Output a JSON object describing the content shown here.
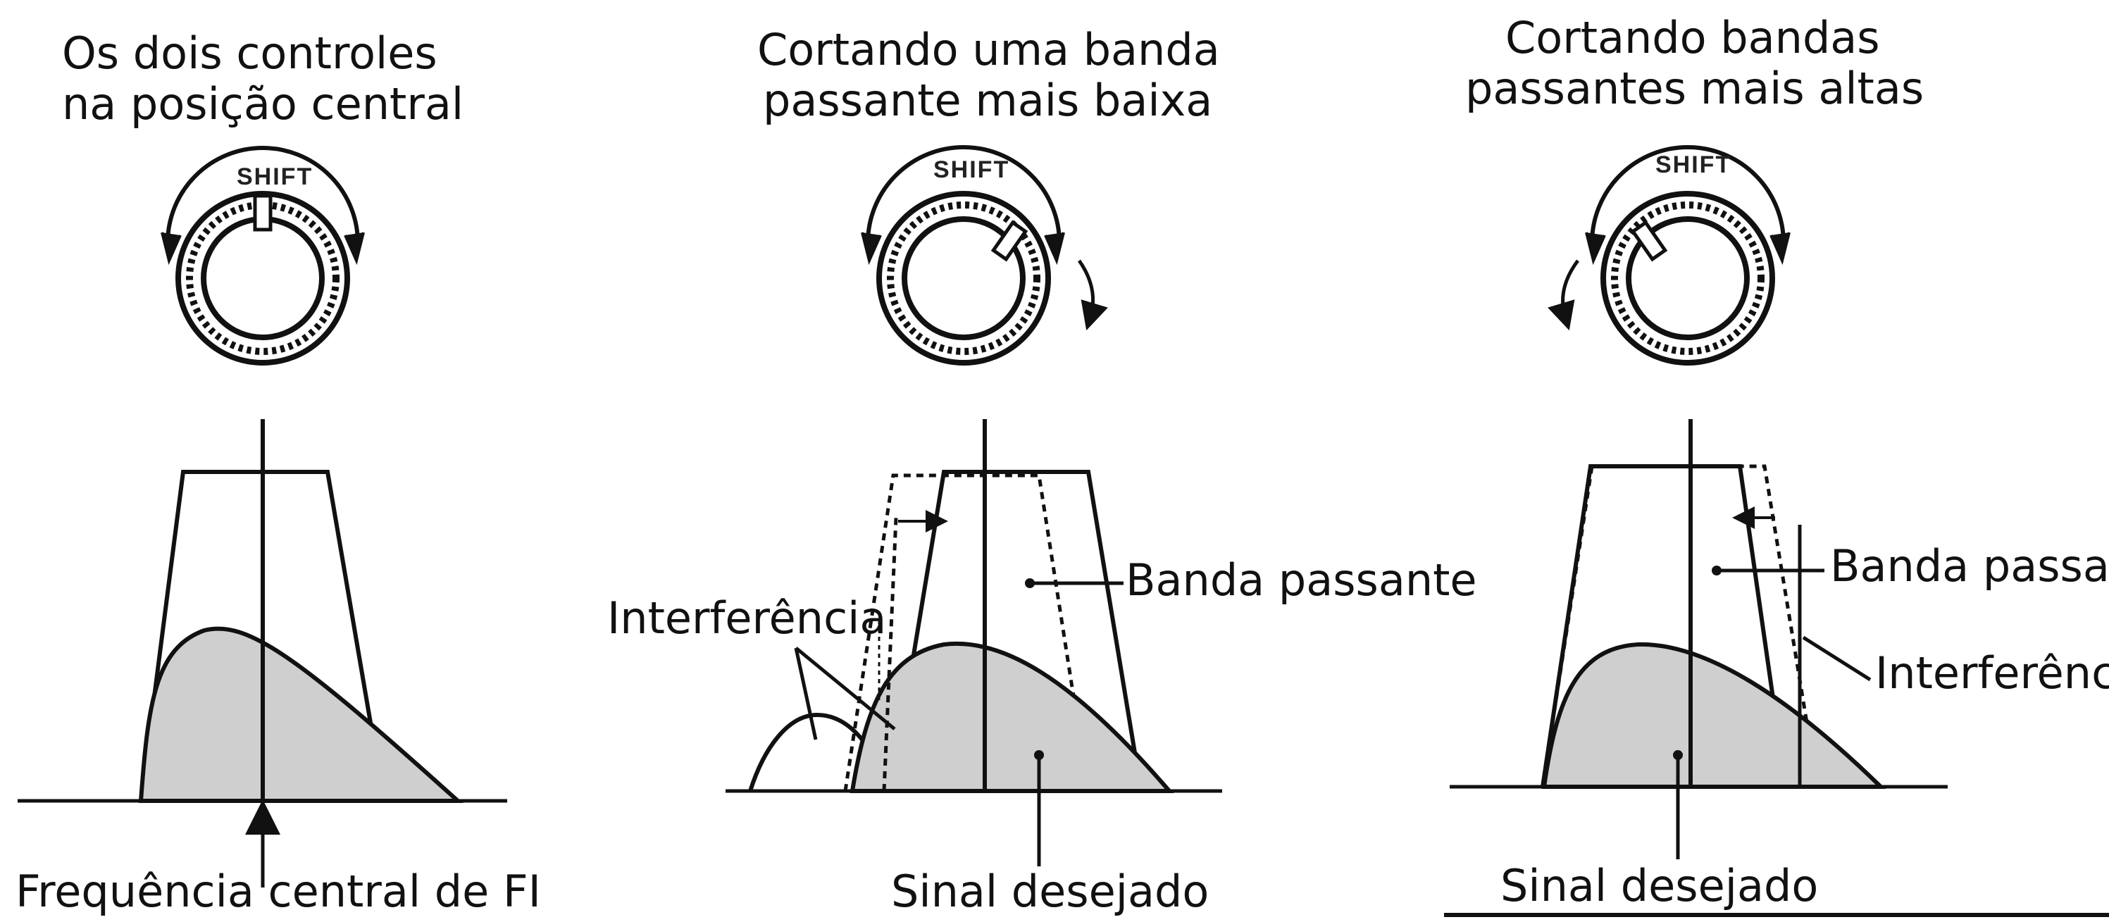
{
  "colors": {
    "ink": "#111111",
    "signal_fill": "#cfcfcf",
    "background": "#ffffff"
  },
  "panels": [
    {
      "id": "center",
      "title_line1": "Os dois controles",
      "title_line2": "na posição central",
      "knob_label": "SHIFT",
      "bottom_label": "Frequência central de FI"
    },
    {
      "id": "low",
      "title_line1": "Cortando uma banda",
      "title_line2": "passante mais baixa",
      "knob_label": "SHIFT",
      "interference_label": "Interferência",
      "passband_label": "Banda passante",
      "bottom_label": "Sinal desejado"
    },
    {
      "id": "high",
      "title_line1": "Cortando bandas",
      "title_line2": "passantes mais altas",
      "knob_label": "SHIFT",
      "passband_label": "Banda passante",
      "interference_label": "Interferência",
      "bottom_label": "Sinal desejado"
    }
  ],
  "icons": {
    "knob": "rotary-knob-icon",
    "arrow": "rotation-arrow-icon"
  }
}
